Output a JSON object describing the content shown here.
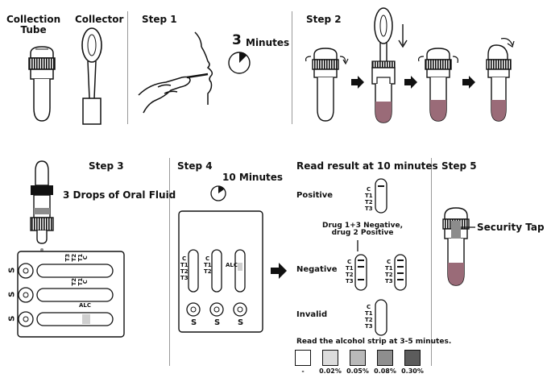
{
  "panel1": {
    "collection_tube": "Collection\nTube",
    "collector": "Collector"
  },
  "step1": {
    "title": "Step 1",
    "minutes_number": "3",
    "minutes_label": "Minutes"
  },
  "step2": {
    "title": "Step 2"
  },
  "step3": {
    "title": "Step 3",
    "drops_label": "3 Drops of  Oral Fluid",
    "well_label": "S",
    "strip_labels": [
      "C",
      "T1",
      "T2",
      "T3"
    ],
    "strip2_labels": [
      "C",
      "T1",
      "T2"
    ],
    "alc_label": "ALC"
  },
  "step4": {
    "title": "Step 4",
    "minutes_label": "10 Minutes",
    "strip_labels_a": [
      "C",
      "T1",
      "T2",
      "T3"
    ],
    "strip_labels_b": [
      "C",
      "T1",
      "T2"
    ],
    "alc_label": "ALC",
    "well_label": "S"
  },
  "results": {
    "title": "Read result at 10 minutes",
    "positive": "Positive",
    "negative": "Negative",
    "invalid": "Invalid",
    "note": "Drug 1+3 Negative,\ndrug 2 Positive",
    "strip_labels": [
      "C",
      "T1",
      "T2",
      "T3"
    ],
    "alcohol_note": "Read the alcohol strip at 3-5 minutes.",
    "alcohol_levels": [
      {
        "label": "-",
        "color": "#ffffff"
      },
      {
        "label": "0.02%",
        "color": "#dcdcdc"
      },
      {
        "label": "0.05%",
        "color": "#b9b9b9"
      },
      {
        "label": "0.08%",
        "color": "#8e8e8e"
      },
      {
        "label": "0.30%",
        "color": "#5c5c5c"
      }
    ]
  },
  "step5": {
    "title": "Step 5",
    "security_tap": "Security Tap"
  },
  "colors": {
    "fluid": "#9a6b78",
    "line": "#111111",
    "grey": "#8c8c8c"
  }
}
